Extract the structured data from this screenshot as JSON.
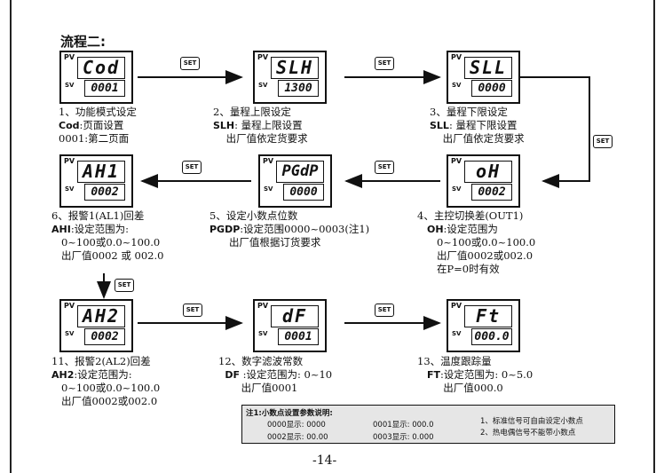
{
  "heading": "流程二:",
  "set_label": "SET",
  "panels": [
    {
      "d1": "Cod",
      "d2": "0001"
    },
    {
      "d1": "SLH",
      "d2": "1300"
    },
    {
      "d1": "SLL",
      "d2": "0000"
    },
    {
      "d1": "AH1",
      "d2": "0002"
    },
    {
      "d1": "PGdP",
      "d2": "0000"
    },
    {
      "d1": "oH",
      "d2": "0002"
    },
    {
      "d1": "AH2",
      "d2": "0002"
    },
    {
      "d1": "dF",
      "d2": "0001"
    },
    {
      "d1": "Ft",
      "d2": "000.0"
    }
  ],
  "pv_label": "PV",
  "sv_label": "SV",
  "descs": {
    "p1": {
      "l1": "1、功能模式设定",
      "code": "Cod",
      "l2": ":页面设置",
      "l3": "0001:第二页面"
    },
    "p2": {
      "l1": "2、量程上限设定",
      "code": "SLH",
      "l2": ": 量程上限设置",
      "l3": "出厂值依定货要求"
    },
    "p3": {
      "l1": "3、量程下限设定",
      "code": "SLL",
      "l2": ": 量程下限设置",
      "l3": "出厂值依定货要求"
    },
    "p6": {
      "l1": "6、报警1(AL1)回差",
      "code": "AHI",
      "l2": ":设定范围为:",
      "l3": "0~100或0.0~100.0",
      "l4": "出厂值0002 或 002.0"
    },
    "p5": {
      "l1": "5、设定小数点位数",
      "code": "PGDP",
      "l2": ":设定范围0000~0003(注1)",
      "l3": "出厂值根据订货要求"
    },
    "p4": {
      "l1": "4、主控切换差(OUT1)",
      "code": "OH",
      "l2": ":设定范围为",
      "l3": "0~100或0.0~100.0",
      "l4": "出厂值0002或002.0",
      "l5": "在P=0时有效"
    },
    "p11": {
      "l1": "11、报警2(AL2)回差",
      "code": "AH2",
      "l2": ":设定范围为:",
      "l3": "0~100或0.0~100.0",
      "l4": "出厂值0002或002.0"
    },
    "p12": {
      "l1": "12、数字滤波常数",
      "code": "DF",
      "l2": " :设定范围为: 0~10",
      "l3": "出厂值0001"
    },
    "p13": {
      "l1": "13、温度跟踪量",
      "code": "FT",
      "l2": ":设定范围为: 0~5.0",
      "l3": "出厂值000.0"
    }
  },
  "note": {
    "title": "注1:小数点设置参数说明:",
    "a": "0000显示: 0000",
    "b": "0001显示: 000.0",
    "c": "0002显示: 00.00",
    "d": "0003显示: 0.000",
    "e": "1、标准信号可自由设定小数点",
    "f": "2、热电偶信号不能带小数点"
  },
  "page_number": "-14-"
}
